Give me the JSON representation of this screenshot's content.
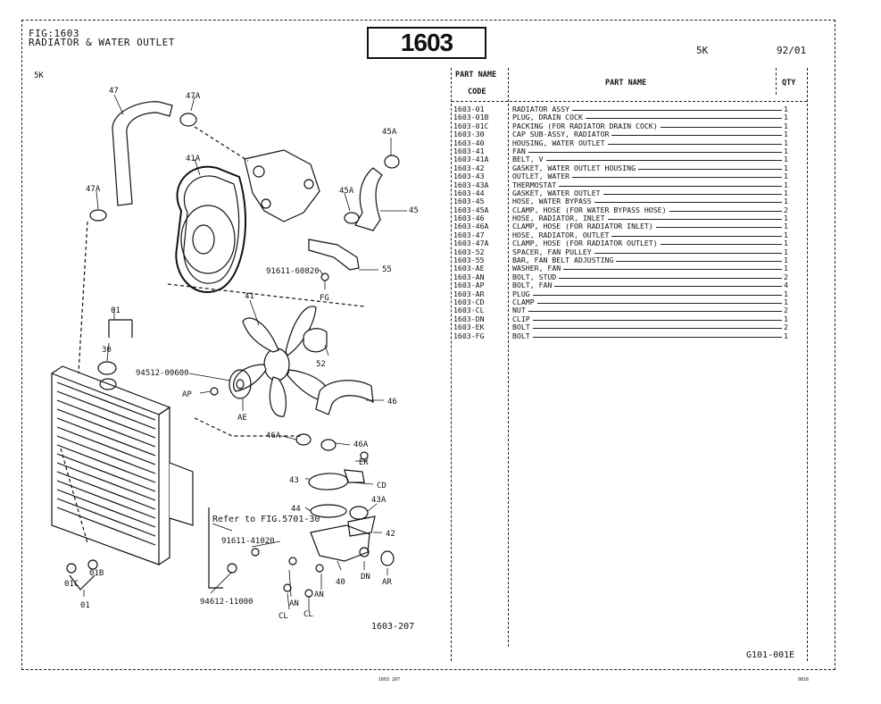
{
  "header": {
    "fig_label": "FIG:1603",
    "fig_title": "RADIATOR & WATER OUTLET",
    "fig_number": "1603",
    "model": "5K",
    "date": "92/01"
  },
  "diagram": {
    "model_label": "5K",
    "ref_number": "1603-207",
    "refer_note": "Refer to FIG.5701-30",
    "callouts": {
      "c47": "47",
      "c47a_top": "47A",
      "c47a_left": "47A",
      "c41a": "41A",
      "c45a_top": "45A",
      "c45a_mid": "45A",
      "c45": "45",
      "c55": "55",
      "pn60820": "91611-60820",
      "fg": "FG",
      "c41": "41",
      "c01": "01",
      "c30": "30",
      "c52": "52",
      "pn00600": "94512-00600",
      "ap": "AP",
      "ae": "AE",
      "c46": "46",
      "c46a_left": "46A",
      "c46a_right": "46A",
      "ek": "EK",
      "c43": "43",
      "cd": "CD",
      "c44": "44",
      "c43a": "43A",
      "c42": "42",
      "pn41020": "91611-41020",
      "c01c": "01C",
      "c01b": "01B",
      "c01_bottom": "01",
      "pn11000": "94612-11000",
      "an1": "AN",
      "an2": "AN",
      "c40": "40",
      "dn": "DN",
      "ar": "AR",
      "cl1": "CL",
      "cl2": "CL"
    }
  },
  "table": {
    "col_code_line1": "PART NAME",
    "col_code_line2": "CODE",
    "col_name": "PART  NAME",
    "col_qty": "QTY",
    "rows": [
      {
        "code": "1603-01",
        "name": "RADIATOR ASSY",
        "qty": "1"
      },
      {
        "code": "1603-01B",
        "name": "PLUG, DRAIN COCK",
        "qty": "1"
      },
      {
        "code": "1603-01C",
        "name": "PACKING (FOR RADIATOR DRAIN COCK)",
        "qty": "1"
      },
      {
        "code": "1603-30",
        "name": "CAP SUB-ASSY, RADIATOR",
        "qty": "1"
      },
      {
        "code": "1603-40",
        "name": "HOUSING, WATER OUTLET",
        "qty": "1"
      },
      {
        "code": "1603-41",
        "name": "FAN",
        "qty": "1"
      },
      {
        "code": "1603-41A",
        "name": "BELT, V",
        "qty": "1"
      },
      {
        "code": "1603-42",
        "name": "GASKET, WATER OUTLET HOUSING",
        "qty": "1"
      },
      {
        "code": "1603-43",
        "name": "OUTLET, WATER",
        "qty": "1"
      },
      {
        "code": "1603-43A",
        "name": "THERMOSTAT",
        "qty": "1"
      },
      {
        "code": "1603-44",
        "name": "GASKET, WATER OUTLET",
        "qty": "1"
      },
      {
        "code": "1603-45",
        "name": "HOSE, WATER BYPASS",
        "qty": "1"
      },
      {
        "code": "1603-45A",
        "name": "CLAMP, HOSE (FOR WATER BYPASS HOSE)",
        "qty": "2"
      },
      {
        "code": "1603-46",
        "name": "HOSE, RADIATOR, INLET",
        "qty": "1"
      },
      {
        "code": "1603-46A",
        "name": "CLAMP, HOSE (FOR RADIATOR INLET)",
        "qty": "1"
      },
      {
        "code": "1603-47",
        "name": "HOSE, RADIATOR, OUTLET",
        "qty": "1"
      },
      {
        "code": "1603-47A",
        "name": "CLAMP, HOSE (FOR RADIATOR OUTLET)",
        "qty": "1"
      },
      {
        "code": "1603-52",
        "name": "SPACER, FAN PULLEY",
        "qty": "1"
      },
      {
        "code": "1603-55",
        "name": "BAR, FAN BELT ADJUSTING",
        "qty": "1"
      },
      {
        "code": "1603-AE",
        "name": "WASHER, FAN",
        "qty": "1"
      },
      {
        "code": "1603-AN",
        "name": "BOLT, STUD",
        "qty": "2"
      },
      {
        "code": "1603-AP",
        "name": "BOLT, FAN",
        "qty": "4"
      },
      {
        "code": "1603-AR",
        "name": "PLUG",
        "qty": "1"
      },
      {
        "code": "1603-CD",
        "name": "CLAMP",
        "qty": "1"
      },
      {
        "code": "1603-CL",
        "name": "NUT",
        "qty": "2"
      },
      {
        "code": "1603-DN",
        "name": "CLIP",
        "qty": "1"
      },
      {
        "code": "1603-EK",
        "name": "BOLT",
        "qty": "2"
      },
      {
        "code": "1603-FG",
        "name": "BOLT",
        "qty": "1"
      }
    ]
  },
  "footer": {
    "catalog_code": "G101-001E",
    "page_ref_left": "1603  207",
    "page_ref_right": "0016"
  }
}
